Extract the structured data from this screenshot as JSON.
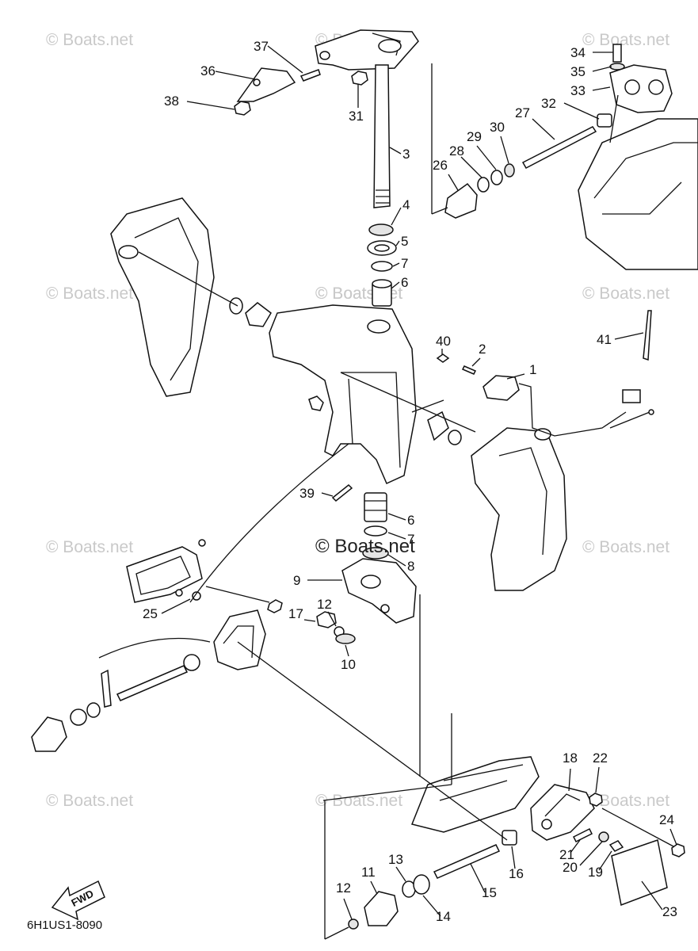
{
  "watermarks": [
    "© Boats.net",
    "© Boats.net",
    "© Boats.net",
    "© Boats.net",
    "© Boats.net",
    "© Boats.net",
    "© Boats.net",
    "© Boats.net",
    "© Boats.net",
    "© Boats.net",
    "© Boats.net",
    "© Boats.net"
  ],
  "watermark_center": "© Boats.net",
  "diagram_code": "6H1US1-8090",
  "fwd_label": "FWD",
  "callouts": [
    "37",
    "36",
    "38",
    "31",
    "3",
    "34",
    "35",
    "33",
    "32",
    "27",
    "30",
    "29",
    "28",
    "26",
    "4",
    "5",
    "7",
    "6",
    "40",
    "2",
    "1",
    "41",
    "39",
    "6",
    "7",
    "8",
    "9",
    "12",
    "17",
    "25",
    "10",
    "18",
    "22",
    "24",
    "21",
    "20",
    "19",
    "16",
    "15",
    "13",
    "11",
    "12",
    "14",
    "23"
  ]
}
